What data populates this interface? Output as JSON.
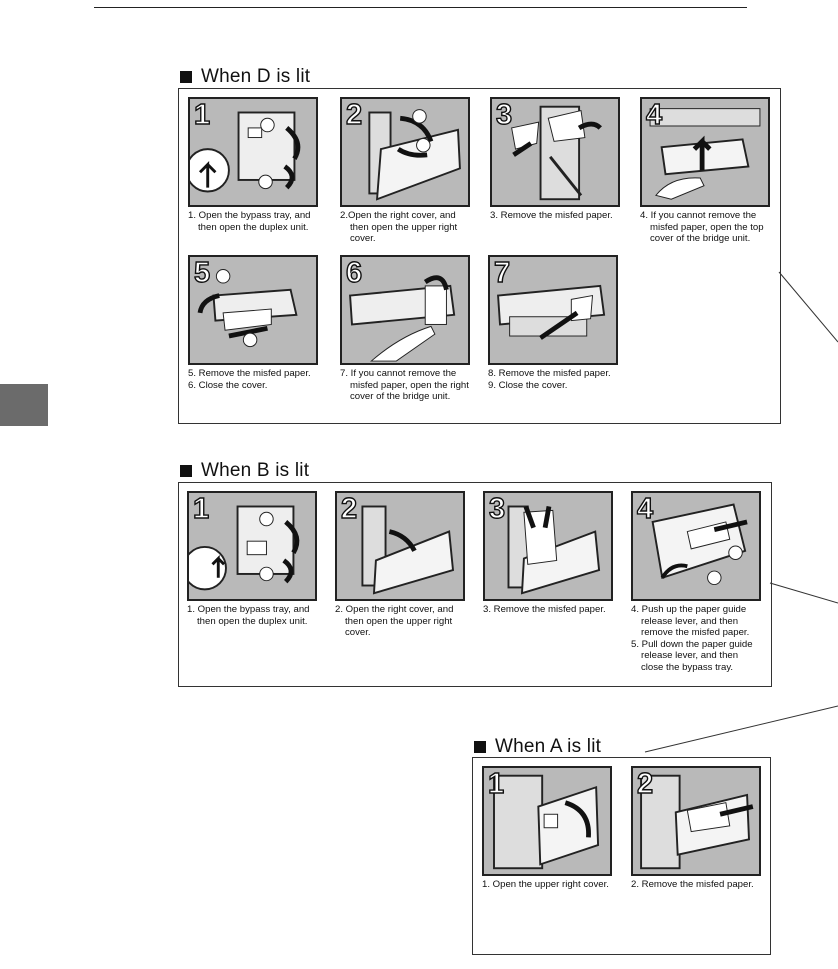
{
  "sections": {
    "d": {
      "title": "When D is lit",
      "steps": [
        {
          "num": "1",
          "lines": [
            "1. Open the bypass tray, and",
            "then open the duplex unit."
          ]
        },
        {
          "num": "2",
          "lines": [
            "2.Open the right cover, and",
            "then open the upper right",
            "cover."
          ]
        },
        {
          "num": "3",
          "lines": [
            "3. Remove the misfed paper."
          ]
        },
        {
          "num": "4",
          "lines": [
            "4. If you cannot remove the",
            "misfed paper, open the top",
            "cover of the bridge unit."
          ]
        },
        {
          "num": "5",
          "lines": [
            "5. Remove the misfed paper.",
            "6. Close the cover."
          ]
        },
        {
          "num": "6",
          "lines": [
            "7. If you cannot remove the",
            "misfed paper, open the right",
            "cover of the bridge unit."
          ]
        },
        {
          "num": "7",
          "lines": [
            "8. Remove the misfed paper.",
            "9. Close the cover."
          ]
        }
      ]
    },
    "b": {
      "title": "When B is lit",
      "steps": [
        {
          "num": "1",
          "lines": [
            "1. Open the bypass tray, and",
            "then open the duplex unit."
          ]
        },
        {
          "num": "2",
          "lines": [
            "2.  Open the right cover, and",
            "then open the upper right",
            "cover."
          ]
        },
        {
          "num": "3",
          "lines": [
            "3. Remove the misfed paper."
          ]
        },
        {
          "num": "4",
          "lines": [
            "4. Push up the paper guide",
            "release lever, and then",
            "remove the misfed paper.",
            "5. Pull down the paper guide",
            "release lever, and then",
            "close the bypass tray."
          ]
        }
      ]
    },
    "a": {
      "title": "When A is lit",
      "steps": [
        {
          "num": "1",
          "lines": [
            "1. Open the upper right cover."
          ]
        },
        {
          "num": "2",
          "lines": [
            "2. Remove the misfed paper."
          ]
        }
      ]
    }
  },
  "colors": {
    "illustration_bg": "#b9b9b9",
    "side_tab": "#6b6b6b"
  }
}
